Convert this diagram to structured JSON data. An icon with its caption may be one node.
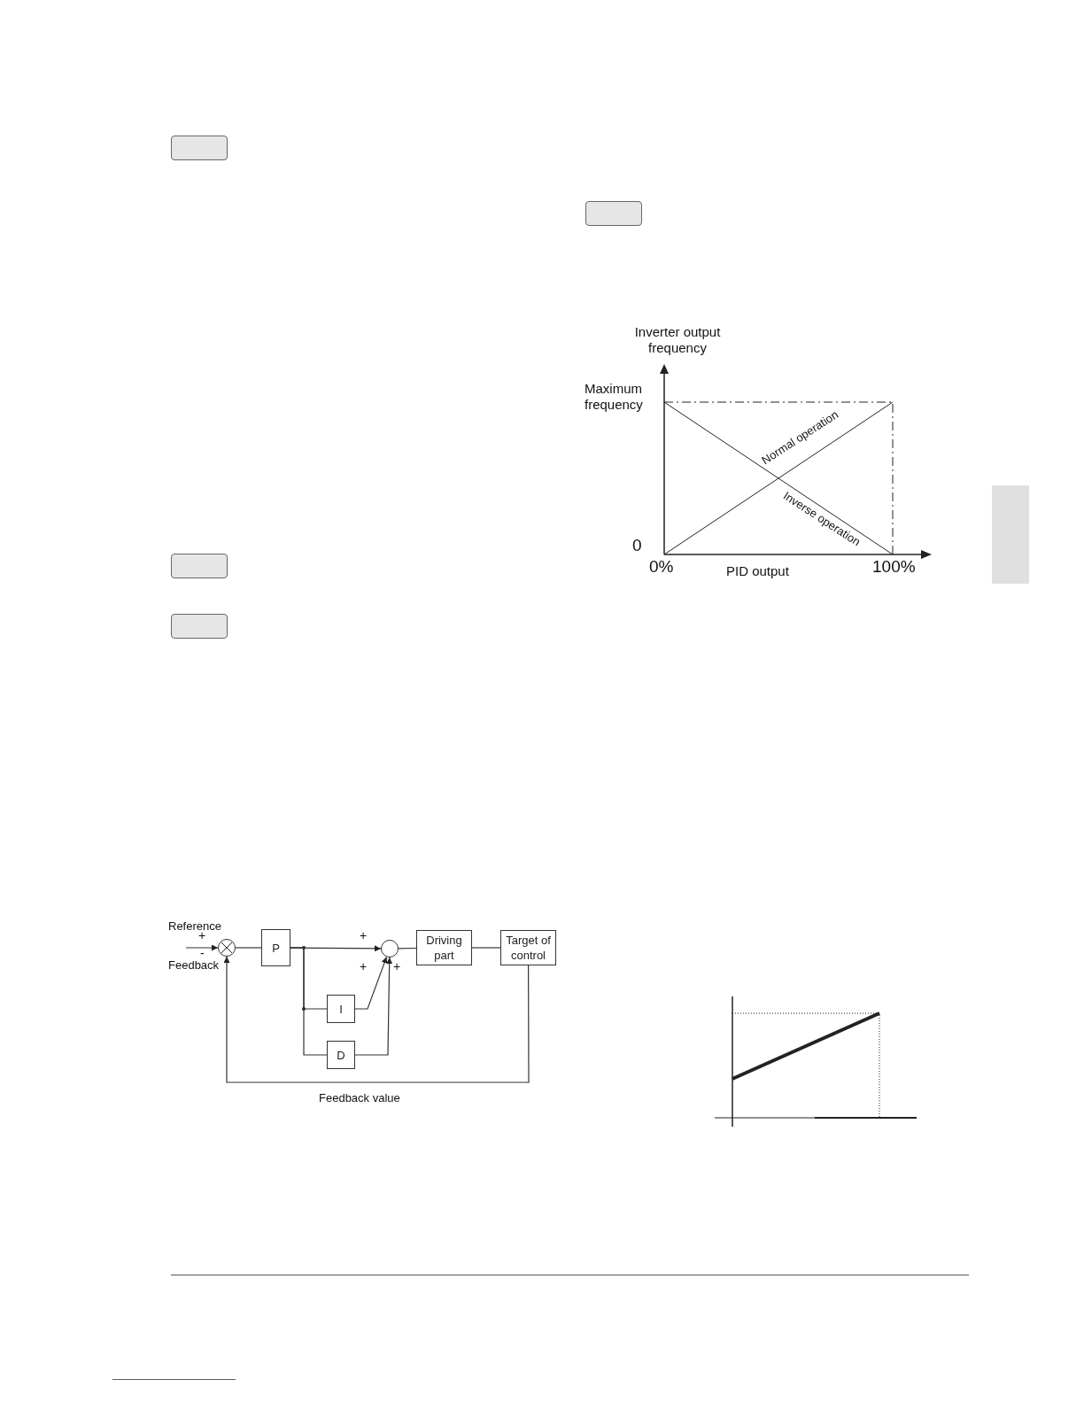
{
  "diagram": {
    "nodes": [
      {
        "text": [],
        "shape": "circle"
      },
      {
        "text": [
          "P"
        ]
      },
      {
        "text": [],
        "shape": "circle"
      },
      {
        "text": [
          "I"
        ]
      },
      {
        "text": [
          "D"
        ]
      },
      {
        "text": [
          "Driving part"
        ]
      },
      {
        "text": [
          "Target of control"
        ]
      },
      {
        "text": [],
        "shape": "box"
      }
    ],
    "edges": [
      {
        "from": null,
        "to": 0,
        "arrow": "to"
      },
      {
        "from": 0,
        "to": 1,
        "arrow": "none"
      },
      {
        "from": 1,
        "to": 2,
        "arrow": "to"
      },
      {
        "from": 1,
        "to": 3,
        "arrow": "none"
      },
      {
        "from": 1,
        "to": 4,
        "arrow": "none"
      },
      {
        "from": 3,
        "to": 2,
        "arrow": "to"
      },
      {
        "from": 4,
        "to": 2,
        "arrow": "to"
      },
      {
        "from": 2,
        "to": 5,
        "arrow": "none"
      },
      {
        "from": 5,
        "to": 6,
        "arrow": "none"
      },
      {
        "from": 6,
        "to": 0,
        "arrow": "to",
        "label": "Feedback value"
      }
    ],
    "labels": [
      "Inverter output frequency",
      "Maximum frequency",
      "Normal operation",
      "Inverse operation",
      "0",
      "0%",
      "PID output",
      "100%",
      "Reference",
      "+",
      "+",
      "-",
      "Feedback",
      "+",
      "+"
    ]
  }
}
